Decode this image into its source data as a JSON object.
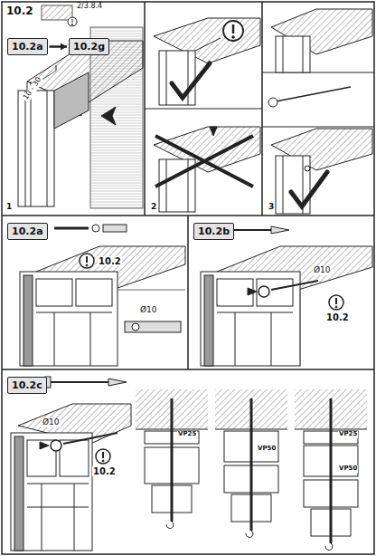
{
  "diagram": {
    "nodes": [
      {
        "text": [
          "10.2a"
        ]
      },
      {
        "text": [
          "10.2g"
        ]
      },
      {
        "text": [
          "10.2a"
        ]
      },
      {
        "text": [
          "10.2b"
        ]
      },
      {
        "text": [
          "10.2c"
        ]
      }
    ],
    "edges": [
      {
        "from": 0,
        "to": 1,
        "arrow": "to"
      }
    ],
    "labels": [
      "10.2",
      "2/3.8.4",
      "10 - 30",
      "1",
      "2",
      "3",
      "10.2",
      "Ø10",
      "Ø10",
      "10.2",
      "Ø10",
      "10.2",
      "VP25",
      "VP50",
      "VP25",
      "VP50"
    ]
  }
}
